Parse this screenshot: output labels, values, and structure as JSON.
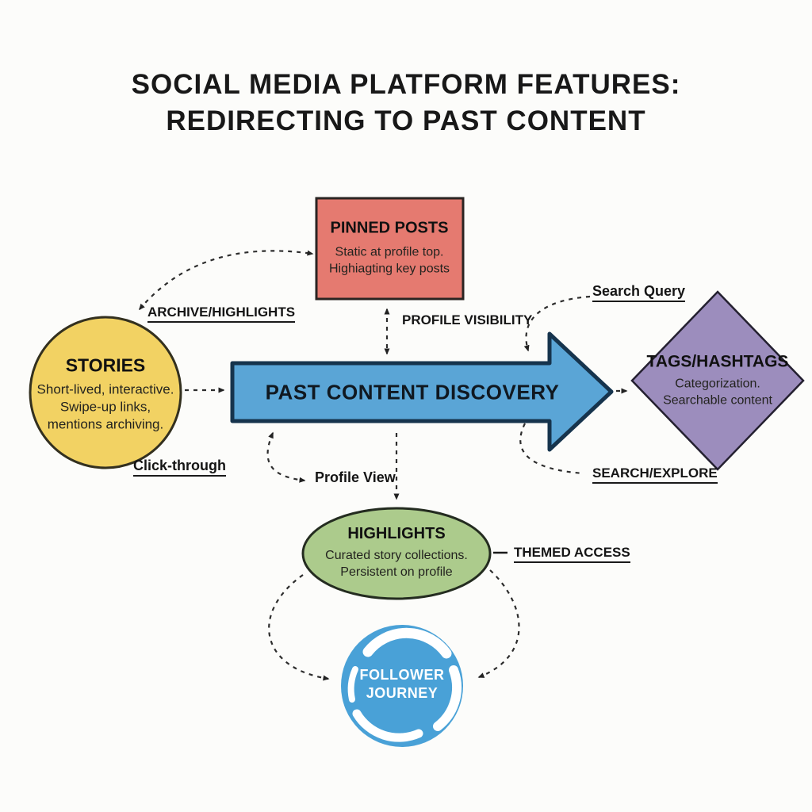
{
  "title": {
    "line1": "SOCIAL MEDIA PLATFORM FEATURES:",
    "line2": "REDIRECTING TO PAST CONTENT"
  },
  "nodes": {
    "pinned_posts": {
      "title": "PINNED POSTS",
      "line1": "Static at profile top.",
      "line2": "Highiagting key posts",
      "fill": "#e57a70"
    },
    "stories": {
      "title": "STORIES",
      "line1": "Short-lived, interactive.",
      "line2": "Swipe-up links,",
      "line3": "mentions archiving.",
      "fill": "#f2d263"
    },
    "past_content_discovery": {
      "title": "PAST CONTENT DISCOVERY",
      "fill": "#5aa5d6"
    },
    "tags_hashtags": {
      "title": "TAGS/HASHTAGS",
      "line1": "Categorization.",
      "line2": "Searchable content",
      "fill": "#9c8dbd"
    },
    "highlights": {
      "title": "HIGHLIGHTS",
      "line1": "Curated story collections.",
      "line2": "Persistent on profile",
      "fill": "#accb8c"
    },
    "follower_journey": {
      "line1": "FOLLOWER",
      "line2": "JOURNEY",
      "fill": "#49a1d7"
    }
  },
  "labels": {
    "archive_highlights": "ARCHIVE/HIGHLIGHTS",
    "profile_visibility": "PROFILE VISIBILITY",
    "search_query": "Search Query",
    "click_through": "Click-through",
    "profile_view": "Profile View",
    "search_explore": "SEARCH/EXPLORE",
    "themed_access": "THEMED ACCESS"
  },
  "colors": {
    "background": "#fcfcfa",
    "title_text": "#181818",
    "dashed_connector": "#2d2d2d",
    "arrow_border": "#16344d",
    "pinned_border": "#2a2422",
    "stories_border": "#33301f",
    "diamond_border": "#242030",
    "highlights_border": "#242c20",
    "follower_text": "#ffffff"
  }
}
